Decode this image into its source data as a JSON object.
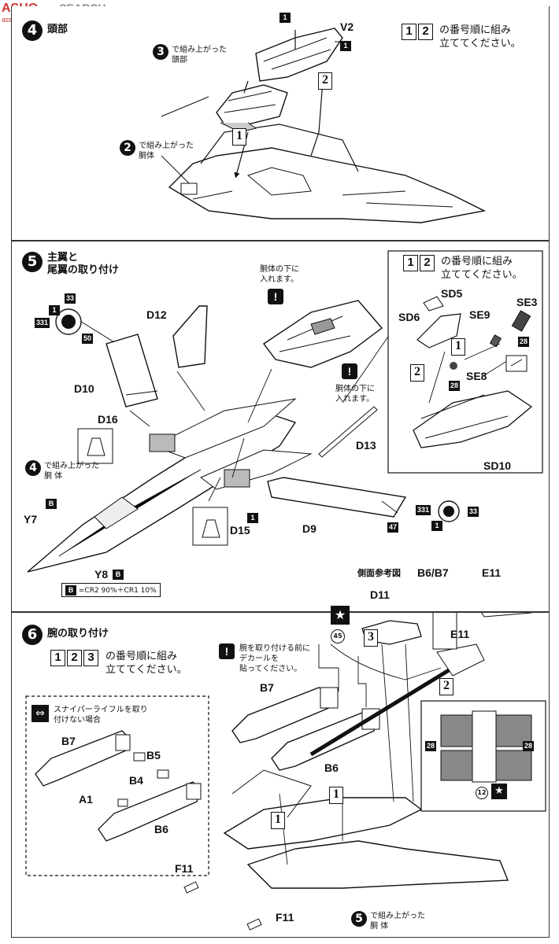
{
  "watermark": {
    "brand": "ASHO",
    "search": "SEARCH",
    "site": "asso-shop.com"
  },
  "step4": {
    "number": "4",
    "title": "頭部",
    "order_boxes": [
      "1",
      "2"
    ],
    "order_text": "の番号順に組み\n立ててください。",
    "labels": {
      "v2": "V2",
      "head_done": "で組み上がった\n頭部",
      "head_num": "3",
      "body_done": "で組み上がった\n胴体",
      "body_num": "2"
    },
    "tags": [
      "1",
      "1"
    ],
    "callouts": [
      "1",
      "2"
    ]
  },
  "step5": {
    "number": "5",
    "title": "主翼と\n尾翼の取り付け",
    "order_boxes": [
      "1",
      "2"
    ],
    "order_text": "の番号順に組み\n立ててください。",
    "note_under": "胴体の下に\n入れます。",
    "parts": {
      "d12": "D12",
      "d10": "D10",
      "d16": "D16",
      "d13": "D13",
      "d9": "D9",
      "d15": "D15",
      "y7": "Y7",
      "y8": "Y8",
      "sd5": "SD5",
      "sd6": "SD6",
      "se3": "SE3",
      "se9": "SE9",
      "se8": "SE8",
      "sd10": "SD10"
    },
    "body_done": "で組み上がった\n胴 体",
    "body_num": "4",
    "decals": {
      "a": "33",
      "b": "331",
      "c": "50",
      "d": "1",
      "e": "28",
      "f": "47"
    },
    "color_key": {
      "code": "B",
      "text": "=CR2 90%＋CR1 10%"
    }
  },
  "step6": {
    "number": "6",
    "title": "腕の取り付け",
    "order_boxes": [
      "1",
      "2",
      "3"
    ],
    "order_text": "の番号順に組み\n立ててください。",
    "side_ref": "側面参考図",
    "parts": {
      "b6b7": "B6/B7",
      "e11": "E11",
      "d11": "D11",
      "e11b": "E11",
      "b7": "B7",
      "b6": "B6",
      "f11": "F11",
      "f11b": "F11"
    },
    "decal_note": "腕を取り付ける前に\nデカールを\n貼ってください。",
    "decal_num": "45",
    "sniper_note": "スナイパーライフルを取り\n付けない場合",
    "inset_parts": {
      "b7": "B7",
      "b5": "B5",
      "b4": "B4",
      "a1": "A1",
      "b6": "B6"
    },
    "body_done": "で組み上がった\n胴 体",
    "body_num": "5",
    "detail_decals": {
      "a": "28",
      "b": "28",
      "c": "12"
    }
  }
}
